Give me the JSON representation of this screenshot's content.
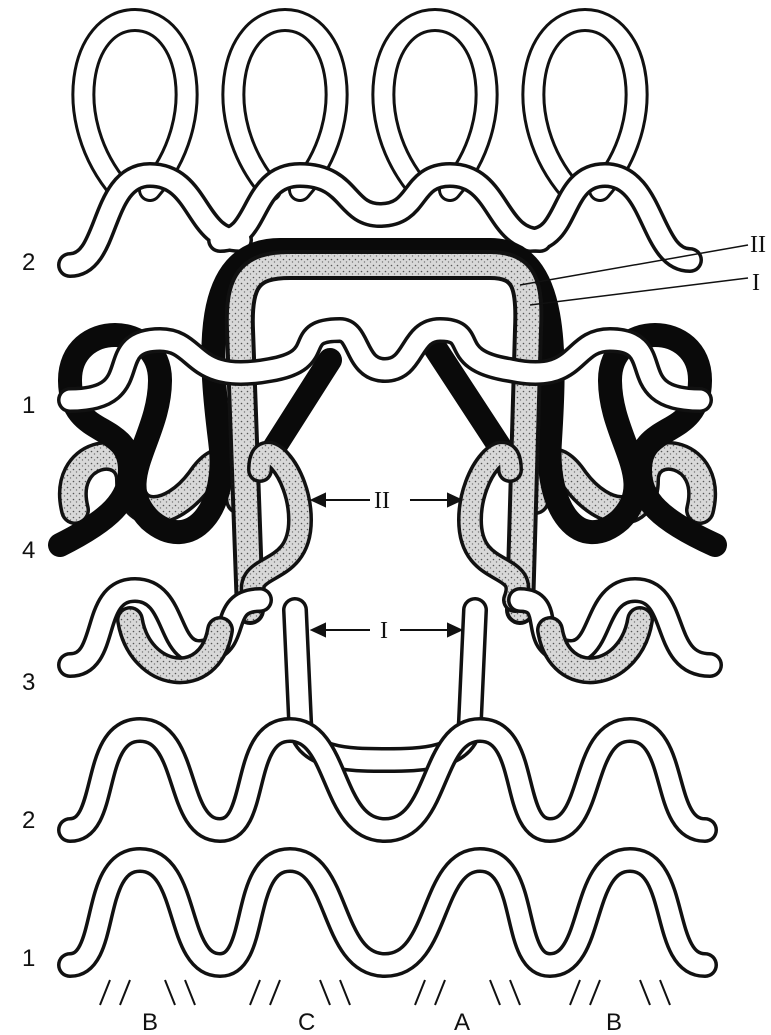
{
  "colors": {
    "yarn_outline": "#111111",
    "yarn_white": "#ffffff",
    "yarn_black": "#0a0a0a",
    "yarn_speckled": "#d8d8d8"
  },
  "row_labels": {
    "upper_2": "2",
    "upper_1": "1",
    "row_4": "4",
    "row_3": "3",
    "lower_2": "2",
    "lower_1": "1"
  },
  "wale_labels": {
    "b_left": "B",
    "c": "C",
    "a": "A",
    "b_right": "B"
  },
  "yarn_labels": {
    "top_ii": "II",
    "top_i": "I",
    "middle_ii": "II",
    "middle_i": "I"
  }
}
